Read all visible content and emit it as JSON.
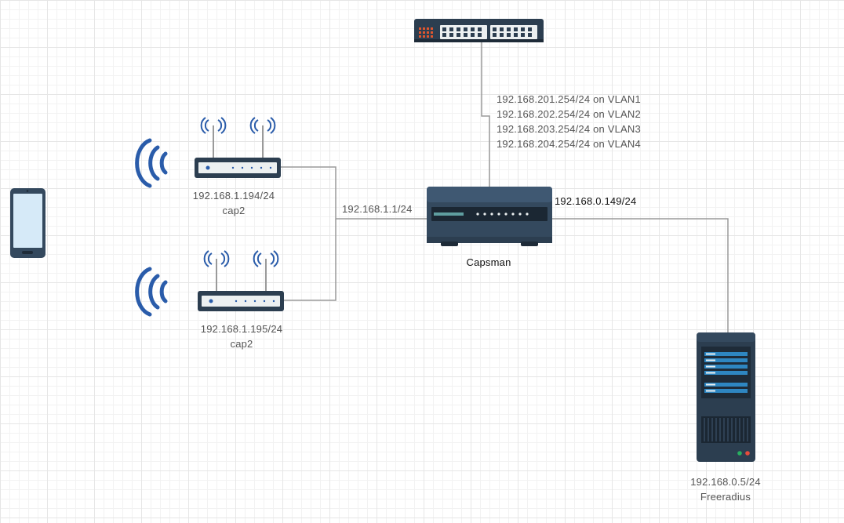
{
  "switch": {},
  "capsman": {
    "name": "Capsman",
    "uplink_ip": "192.168.0.149/24",
    "lan_ip": "192.168.1.1/24",
    "vlans": [
      "192.168.201.254/24 on VLAN1",
      "192.168.202.254/24 on VLAN2",
      "192.168.203.254/24 on VLAN3",
      "192.168.204.254/24 on VLAN4"
    ]
  },
  "ap1": {
    "ip": "192.168.1.194/24",
    "name": "cap2"
  },
  "ap2": {
    "ip": "192.168.1.195/24",
    "name": "cap2"
  },
  "server": {
    "ip": "192.168.0.5/24",
    "name": "Freeradius"
  },
  "colors": {
    "link": "#9a9a9a",
    "device_dark": "#2c3e50",
    "device_blue": "#34495e",
    "wifi": "#2a5caa",
    "led": "#e8a34a",
    "port_accent": "#e0562e"
  }
}
